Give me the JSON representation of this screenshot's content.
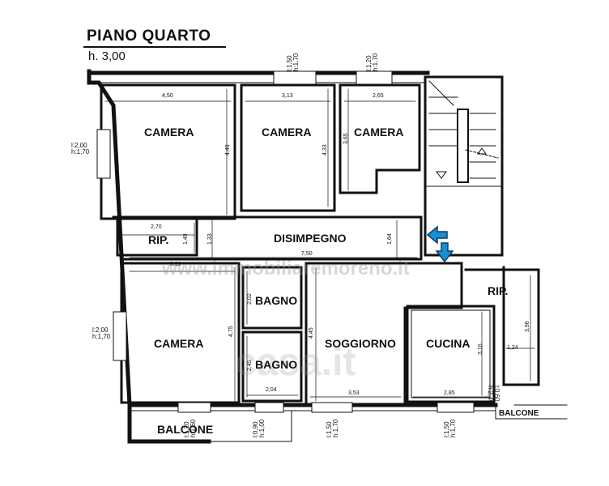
{
  "header": {
    "title": "PIANO QUARTO",
    "height": "h. 3,00"
  },
  "rooms": {
    "camera1": "CAMERA",
    "camera2": "CAMERA",
    "camera3": "CAMERA",
    "rip1": "RIP.",
    "disimpegno": "DISIMPEGNO",
    "camera4": "CAMERA",
    "bagno1": "BAGNO",
    "bagno2": "BAGNO",
    "soggiorno": "SOGGIORNO",
    "cucina": "CUCINA",
    "rip2": "RIP.",
    "balcone1": "BALCONE",
    "balcone2": "BALCONE"
  },
  "dimensions": {
    "camera1_w": "4,50",
    "camera1_h": "4,49",
    "camera2_w": "3,13",
    "camera2_h": "4,33",
    "camera3_w": "2,65",
    "camera3_h": "3,65",
    "rip1_w": "2,70",
    "rip1_h": "1,49",
    "dis_h1": "1,33",
    "dis_h2": "1,64",
    "dis_w": "7,50",
    "camera4_w": "3,91",
    "camera4_h": "4,75",
    "bagno1_h": "2,02",
    "bagno2_h": "2,45",
    "bagno2_w": "2,04",
    "soggiorno_h": "4,45",
    "soggiorno_w": "3,53",
    "cucina_h": "3,16",
    "cucina_w": "2,85",
    "rip2_h": "3,96",
    "rip2_w": "1,24"
  },
  "windows": {
    "top1_a": "l:1,50",
    "top1_b": "h:1,70",
    "top2_a": "l:1,20",
    "top2_b": "h:1,70",
    "left1_a": "l:2,00",
    "left1_b": "h:1,70",
    "left2_a": "l:2,00",
    "left2_b": "h:1,70",
    "bot1_a": "l:1,20",
    "bot1_b": "h:1,60",
    "bot2_a": "l:0,90",
    "bot2_b": "h:1,00",
    "bot3_a": "l:1,50",
    "bot3_b": "h:1,70",
    "bot4_a": "l:1,50",
    "bot4_b": "h:1,70",
    "right_a": "l:0,60",
    "right_b": "h:2,40"
  },
  "watermark": {
    "text": "www.immobiliaremoreno.it",
    "logo": "casa.it"
  },
  "colors": {
    "wall": "#111111",
    "arrow": "#1a8fd6"
  }
}
